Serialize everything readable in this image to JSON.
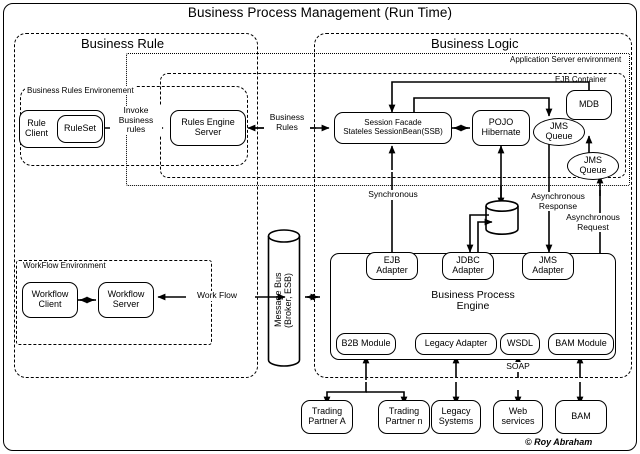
{
  "diagram": {
    "title": "Business Process Management (Run Time)",
    "credit": "© Roy Abraham"
  },
  "groups": {
    "business_rule": "Business Rule",
    "business_logic": "Business Logic",
    "business_rules_environment": "Business Rules Environement",
    "application_server_environment": "Application Server environment",
    "ejb_container": "EJB Container",
    "workflow_environment": "WorkFlow Environment"
  },
  "nodes": {
    "rule_client": "Rule\nClient",
    "rule_set": "RuleSet",
    "rules_engine_server": "Rules Engine\nServer",
    "session_facade": "Session Facade\nStateles SessionBean(SSB)",
    "pojo_hibernate": "POJO\nHibernate",
    "jms_queue_1": "JMS\nQueue",
    "mdb": "MDB",
    "jms_queue_2": "JMS\nQueue",
    "ejb_adapter": "EJB\nAdapter",
    "jdbc_adapter": "JDBC\nAdapter",
    "jms_adapter": "JMS\nAdapter",
    "business_process_engine": "Business Process\nEngine",
    "b2b_module": "B2B Module",
    "legacy_adapter": "Legacy Adapter",
    "wsdl": "WSDL",
    "bam_module": "BAM Module",
    "message_bus": "Message Bus\n(Broker, ESB)",
    "workflow_client": "Workflow\nClient",
    "workflow_server": "Workflow\nServer",
    "trading_partner_a": "Trading\nPartner A",
    "trading_partner_n": "Trading\nPartner n",
    "legacy_systems": "Legacy\nSystems",
    "web_services": "Web\nservices",
    "bam": "BAM",
    "database": ""
  },
  "edge_labels": {
    "invoke_business_rules": "Invoke\nBusiness\nrules",
    "business_rules": "Business\nRules",
    "synchronous": "Synchronous",
    "asynchronous_response": "Asynchronous\nResponse",
    "asynchronous_request": "Asynchronous\nRequest",
    "work_flow": "Work Flow",
    "soap": "SOAP"
  },
  "colors": {
    "stroke": "#000000",
    "background": "#ffffff"
  }
}
